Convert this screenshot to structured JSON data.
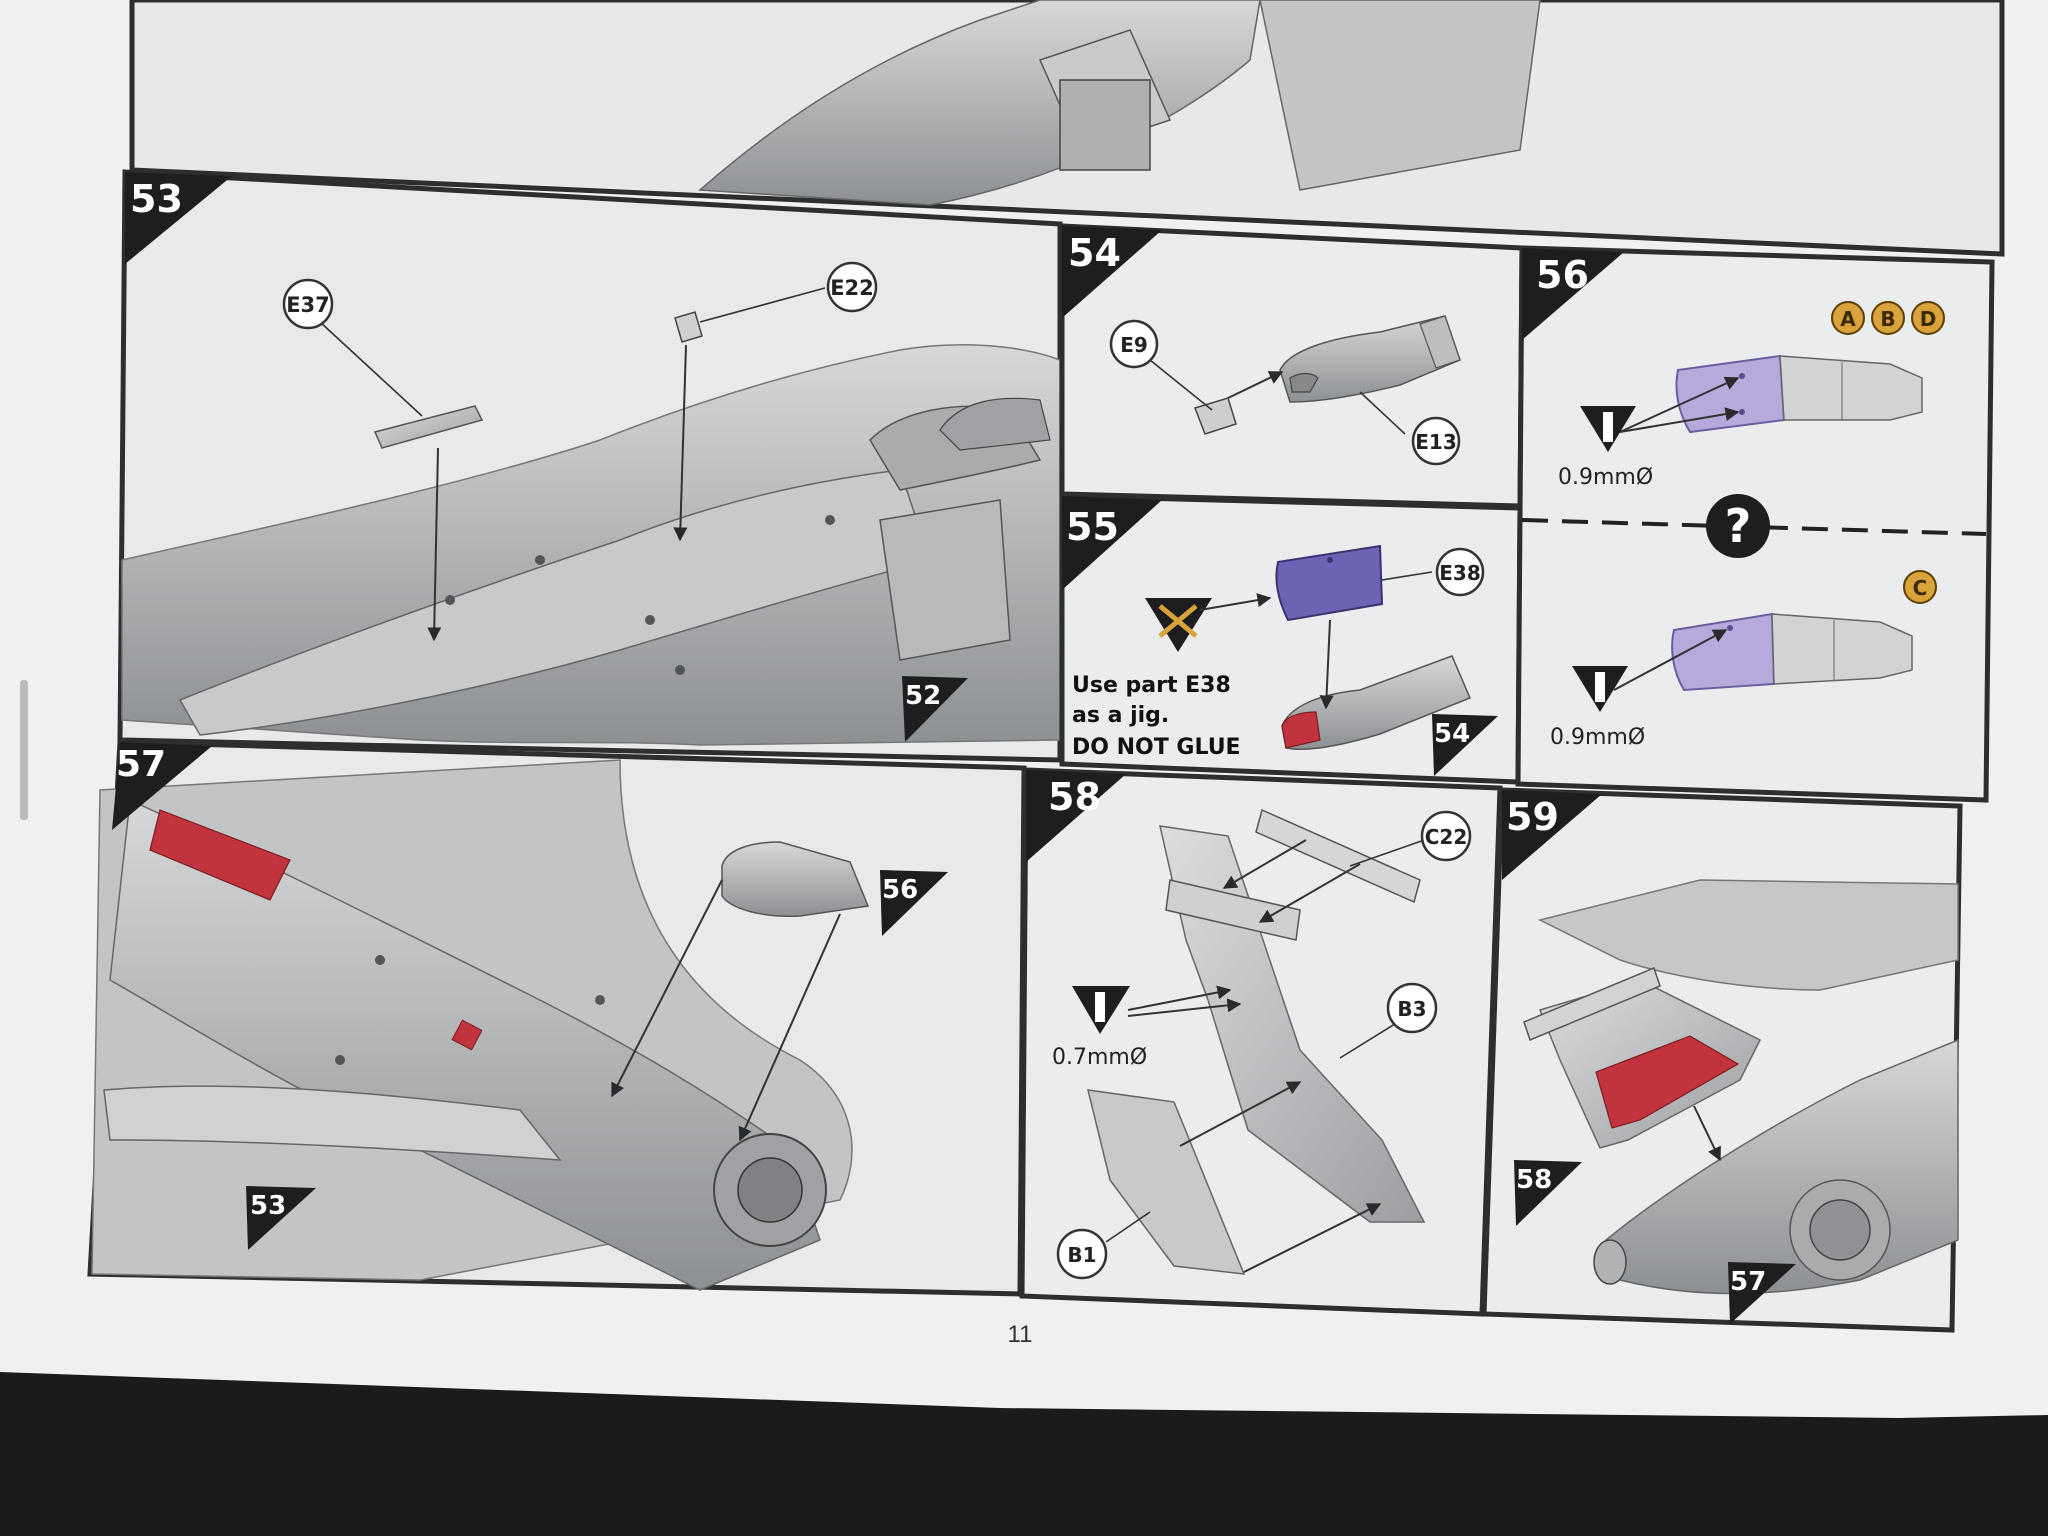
{
  "page": {
    "number": "11"
  },
  "steps": {
    "s53": {
      "number": "53",
      "parts": [
        "E37",
        "E22"
      ],
      "ref": "52"
    },
    "s54": {
      "number": "54",
      "parts": [
        "E9",
        "E13"
      ]
    },
    "s55": {
      "number": "55",
      "part": "E38",
      "note_line1": "Use part E38",
      "note_line2": "as a jig.",
      "note_line3": "DO NOT GLUE",
      "ref": "54"
    },
    "s56": {
      "number": "56",
      "options_top": [
        "A",
        "B",
        "D"
      ],
      "option_bottom": "C",
      "drill_top": "0.9mmØ",
      "drill_bottom": "0.9mmØ",
      "question_mark": "?"
    },
    "s57": {
      "number": "57",
      "ref_top": "56",
      "ref_bottom": "53"
    },
    "s58": {
      "number": "58",
      "parts": [
        "C22",
        "B3",
        "B1"
      ],
      "drill": "0.7mmØ"
    },
    "s59": {
      "number": "59",
      "ref_left": "58",
      "ref_bottom": "57"
    }
  },
  "colors": {
    "paper": "#f3f4f6",
    "panel_bg": "#e9eaec",
    "line": "#2e2e30",
    "part_grey": "#b9babc",
    "part_grey_dark": "#8f9194",
    "purple_jig": "#6d63b5",
    "purple_light": "#b7a9dc",
    "red": "#c2343d",
    "option_gold": "#d9a23a"
  },
  "icons": [
    "drill-bit-icon",
    "no-glue-icon",
    "question-mark-icon",
    "option-badge-icon"
  ]
}
